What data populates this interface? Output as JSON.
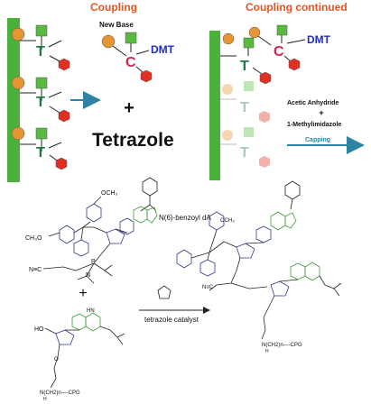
{
  "colors": {
    "support": "#4cb13a",
    "heading": "#e8541e",
    "dmt": "#1f2fbf",
    "c": "#d2234f",
    "t": "#1a7a45",
    "sugar_circle": "#e59533",
    "phosphate_square": "#5aba3f",
    "hexagon": "#e22f23",
    "arrow": "#2c83a3",
    "chem_ring": "#3d9a3a",
    "chem_ring_dark": "#2f3b8c"
  },
  "top": {
    "left_panel": {
      "heading": "Coupling",
      "new_base_label": "New Base",
      "dmt_label": "DMT",
      "base_letter": "C",
      "support_letter": "T",
      "plus": "+",
      "reagent": "Tetrazole"
    },
    "right_panel": {
      "heading": "Coupling continued",
      "dmt_label": "DMT",
      "base_letter": "C",
      "support_letter": "T",
      "reagent_1": "Acetic Anhydride",
      "plus": "+",
      "reagent_2": "1-Methylimidazole",
      "capping_label": "Capping"
    }
  },
  "bottom": {
    "n6_label": "N(6)-benzoyl dA",
    "och3_label": "OCH₃",
    "ch3o_label": "CH₃O",
    "cyanoethyl_label": "N≡C",
    "p_label": "P",
    "n_label": "N",
    "o_label": "O",
    "ho_label": "HO",
    "hn_label": "HN",
    "plus": "+",
    "catalyst": "tetrazole catalyst",
    "linker_left": "N(CH2)n----CPG",
    "linker_right": "N(CH2)n----CPG",
    "h_label": "H"
  }
}
